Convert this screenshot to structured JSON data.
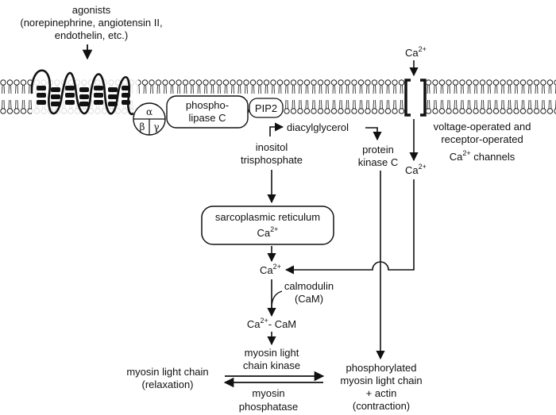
{
  "agonists": {
    "title": "agonists",
    "examples": "(norepinephrine, angiotensin II,",
    "examples2": "endothelin, etc.)"
  },
  "g_protein": {
    "alpha": "α",
    "beta": "β",
    "gamma": "γ"
  },
  "phospholipase": {
    "line1": "phospho-",
    "line2": "lipase C"
  },
  "pip2": "PIP2",
  "diacylglycerol": "diacylglycerol",
  "ip3": {
    "line1": "inositol",
    "line2": "trisphosphate"
  },
  "pkc": {
    "line1": "protein",
    "line2": "kinase C"
  },
  "extracellular_ca": {
    "base": "Ca",
    "sup": "2+"
  },
  "intracellular_ca_channel": {
    "base": "Ca",
    "sup": "2+"
  },
  "channels": {
    "line1": "voltage-operated and",
    "line2": "receptor-operated",
    "line3_base": "Ca",
    "line3_sup": "2+",
    "line3_rest": " channels"
  },
  "sr": {
    "line1": "sarcoplasmic reticulum",
    "ca_base": "Ca",
    "ca_sup": "2+"
  },
  "cytosolic_ca": {
    "base": "Ca",
    "sup": "2+"
  },
  "calmodulin": {
    "line1": "calmodulin",
    "line2": "(CaM)"
  },
  "ca_cam": {
    "base": "Ca",
    "sup": "2+",
    "rest": "- CaM"
  },
  "mlck": {
    "line1": "myosin light",
    "line2": "chain kinase"
  },
  "mlc": {
    "line1": "myosin light chain",
    "line2": "(relaxation)"
  },
  "phosphorylated": {
    "line1": "phosphorylated",
    "line2": "myosin light chain",
    "line3": "+ actin",
    "line4": "(contraction)"
  },
  "phosphatase": {
    "line1": "myosin",
    "line2": "phosphatase"
  }
}
